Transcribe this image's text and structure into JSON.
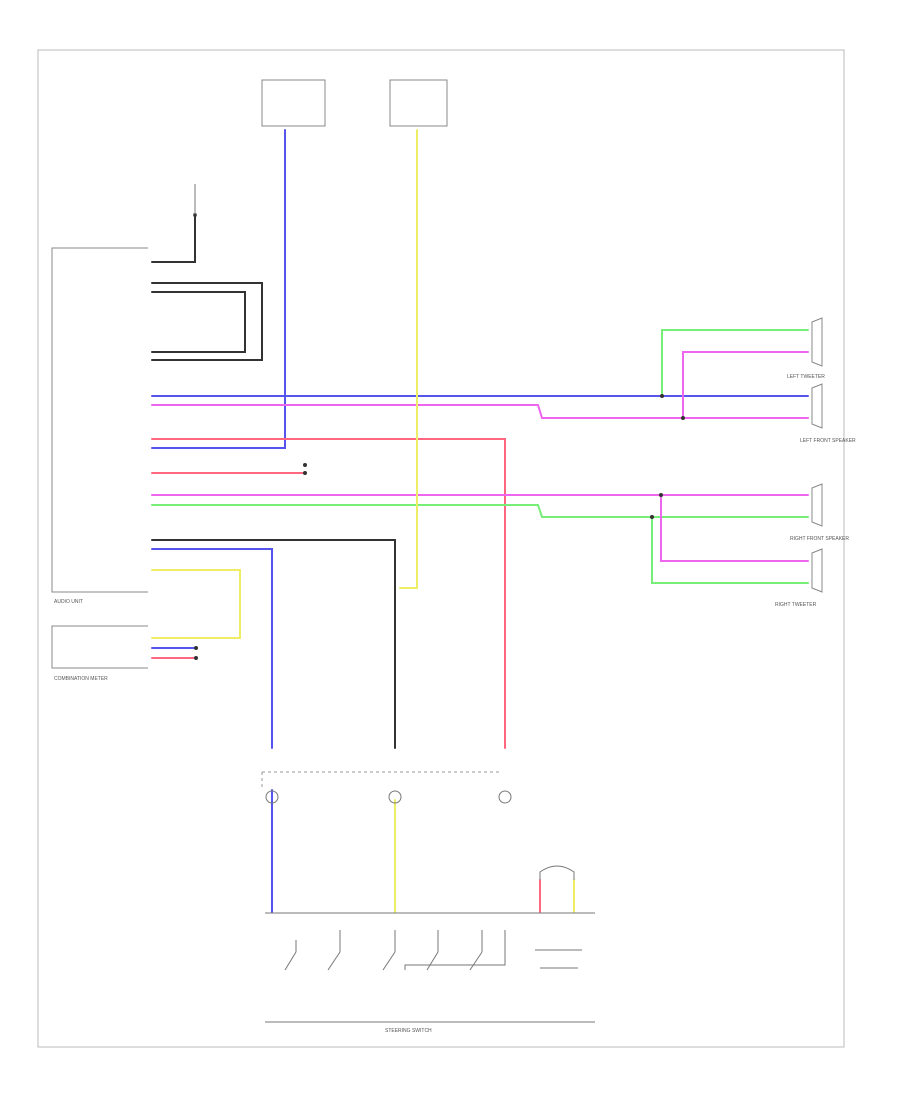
{
  "diagram": {
    "fuse_left": {
      "l1": "",
      "l2": "",
      "note": ""
    },
    "fuse_right": {
      "l1": "",
      "l2": "",
      "note": ""
    },
    "ground_label": "",
    "audio_unit_label": "AUDIO UNIT",
    "combination_meter_label": "COMBINATION METER",
    "steering_switch_label": "STEERING SWITCH",
    "combination_switch_label": "",
    "steering_clock_label": "",
    "speakers": {
      "left_tweeter": "LEFT TWEETER",
      "left_front": "LEFT FRONT SPEAKER",
      "right_front": "RIGHT FRONT SPEAKER",
      "right_tweeter": "RIGHT TWEETER"
    },
    "switch_labels": [
      "",
      "",
      "",
      "",
      ""
    ],
    "horn_label": "",
    "page_ref": "",
    "audio_unit_rows": [
      "",
      "",
      "",
      "",
      "",
      "",
      "",
      "",
      "",
      "",
      "",
      "",
      "",
      "",
      "",
      "",
      "",
      "",
      ""
    ],
    "combination_meter_rows": [
      "",
      "",
      ""
    ],
    "notes": {
      "steering_clock_note": "",
      "meter_note": ""
    }
  },
  "colors": {
    "blue": "#5555ee",
    "yellow": "#eeee66",
    "magenta": "#ee66ee",
    "green": "#77ee77",
    "red": "#ff6680",
    "dark": "#333333",
    "gray": "#888888"
  }
}
